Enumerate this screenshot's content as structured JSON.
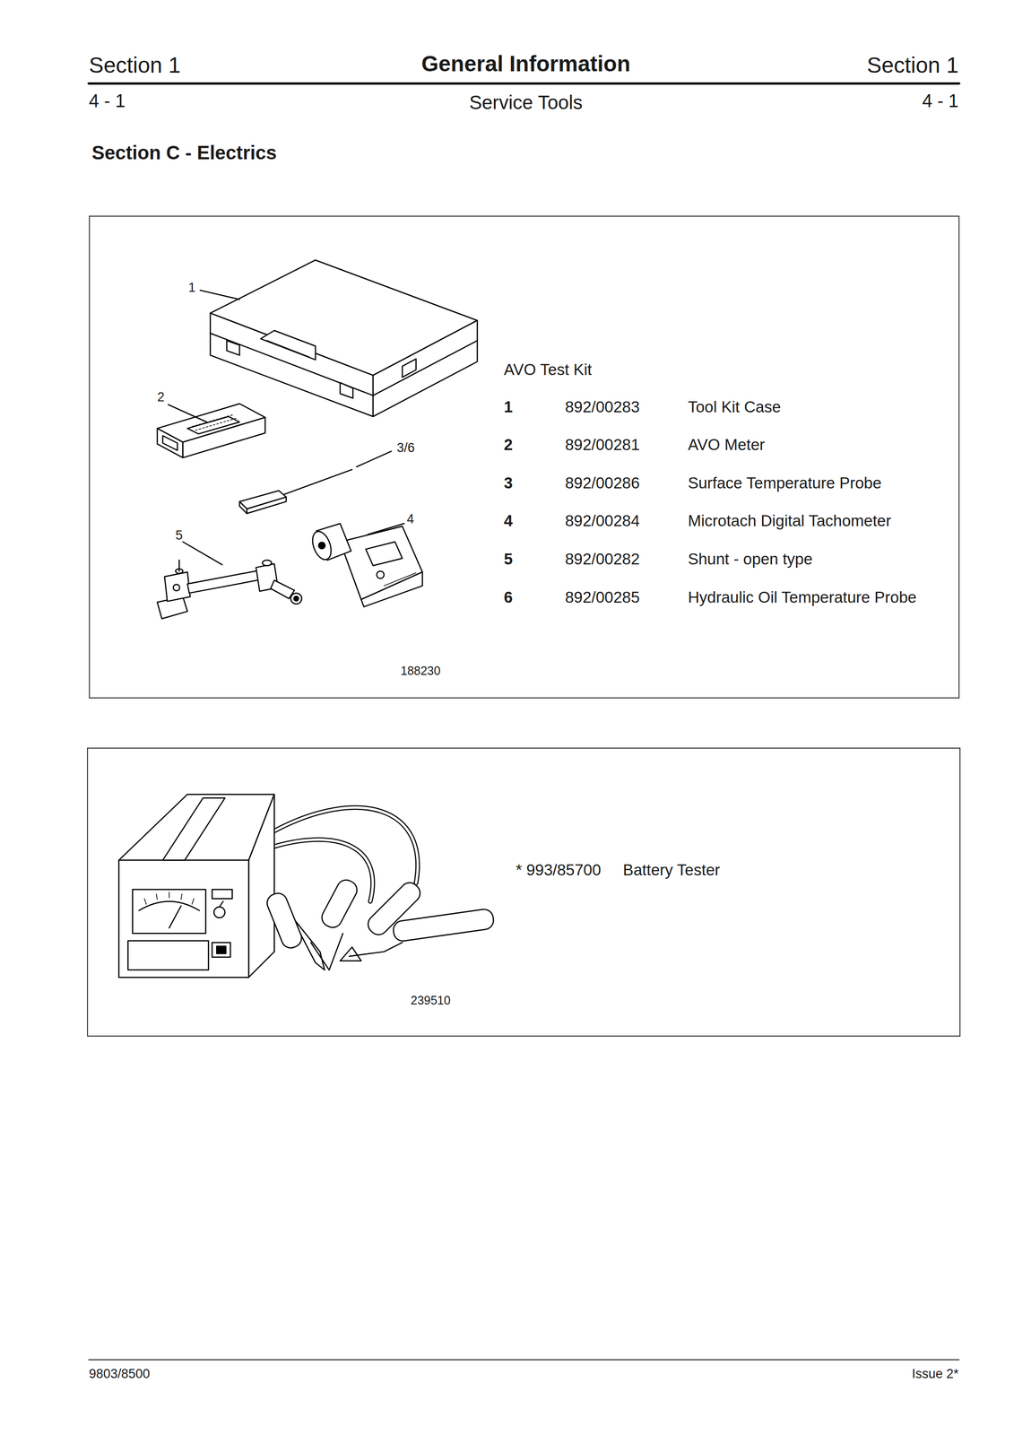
{
  "diagram": {
    "title": "General Information",
    "nodes": [
      {
        "text": [
          "AVO Test Kit",
          "1",
          "892/00283",
          "Tool Kit Case",
          "2",
          "892/00281",
          "AVO Meter",
          "3",
          "892/00286",
          "Surface Temperature Probe",
          "4",
          "892/00284",
          "Microtach Digital Tachometer",
          "5",
          "892/00282",
          "Shunt - open type",
          "6",
          "892/00285",
          "Hydraulic Oil Temperature Probe",
          "188230",
          "1",
          "2",
          "3/6",
          "4",
          "5"
        ]
      },
      {
        "text": [
          "* 993/85700",
          "Battery Tester",
          "239510"
        ]
      }
    ],
    "labels": [
      "Section 1",
      "Section 1",
      "4 - 1",
      "Service Tools",
      "4 - 1",
      "Section C - Electrics",
      "9803/8500",
      "Issue 2*"
    ]
  }
}
